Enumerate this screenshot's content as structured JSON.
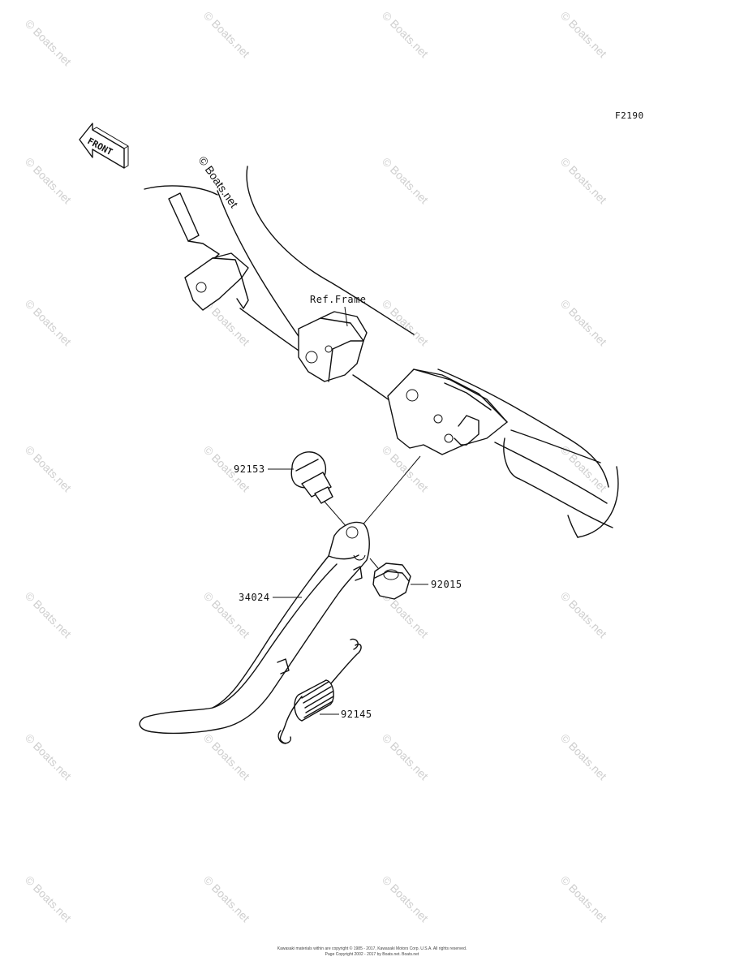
{
  "figure": {
    "code": "F2190",
    "direction_label": "FRONT",
    "frame_label": "Ref.Frame",
    "watermark": "© Boats.net"
  },
  "parts": [
    {
      "number": "92153"
    },
    {
      "number": "92015"
    },
    {
      "number": "34024"
    },
    {
      "number": "92145"
    }
  ],
  "footer": {
    "line1": "Kawasaki materials within are copyright © 1985 - 2017, Kawasaki Motors Corp. U.S.A. All rights reserved.",
    "line2": "Page Copyright 2002 - 2017 by Boats.net. Boats.net"
  }
}
